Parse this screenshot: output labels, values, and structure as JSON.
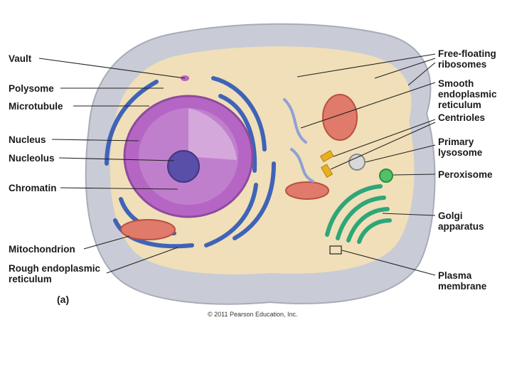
{
  "labels_left": [
    {
      "key": "vault",
      "lines": [
        "Vault"
      ]
    },
    {
      "key": "polysome",
      "lines": [
        "Polysome"
      ]
    },
    {
      "key": "microtubule",
      "lines": [
        "Microtubule"
      ]
    },
    {
      "key": "nucleus",
      "lines": [
        "Nucleus"
      ]
    },
    {
      "key": "nucleolus",
      "lines": [
        "Nucleolus"
      ]
    },
    {
      "key": "chromatin",
      "lines": [
        "Chromatin"
      ]
    },
    {
      "key": "mitochondrion",
      "lines": [
        "Mitochondrion"
      ]
    },
    {
      "key": "rough-er",
      "lines": [
        "Rough endoplasmic",
        "reticulum"
      ]
    }
  ],
  "labels_right": [
    {
      "key": "free-ribosomes",
      "lines": [
        "Free-floating",
        "ribosomes"
      ]
    },
    {
      "key": "smooth-er",
      "lines": [
        "Smooth",
        "endoplasmic",
        "reticulum"
      ]
    },
    {
      "key": "centrioles",
      "lines": [
        "Centrioles"
      ]
    },
    {
      "key": "primary-lysosome",
      "lines": [
        "Primary",
        "lysosome"
      ]
    },
    {
      "key": "peroxisome",
      "lines": [
        "Peroxisome"
      ]
    },
    {
      "key": "golgi",
      "lines": [
        "Golgi",
        "apparatus"
      ]
    },
    {
      "key": "plasma-membrane",
      "lines": [
        "Plasma",
        "membrane"
      ]
    }
  ],
  "panel_label": "(a)",
  "copyright": "© 2011 Pearson Education, Inc.",
  "colors": {
    "membrane": "#c9ccd6",
    "cytoplasm": "#f4e1b5",
    "nucleus": "#b566c4",
    "nucleolus": "#5a4fa8",
    "rough_er": "#3f63b8",
    "golgi": "#2ea679",
    "mitochondrion": "#e07a6a",
    "peroxisome": "#52c26a"
  }
}
